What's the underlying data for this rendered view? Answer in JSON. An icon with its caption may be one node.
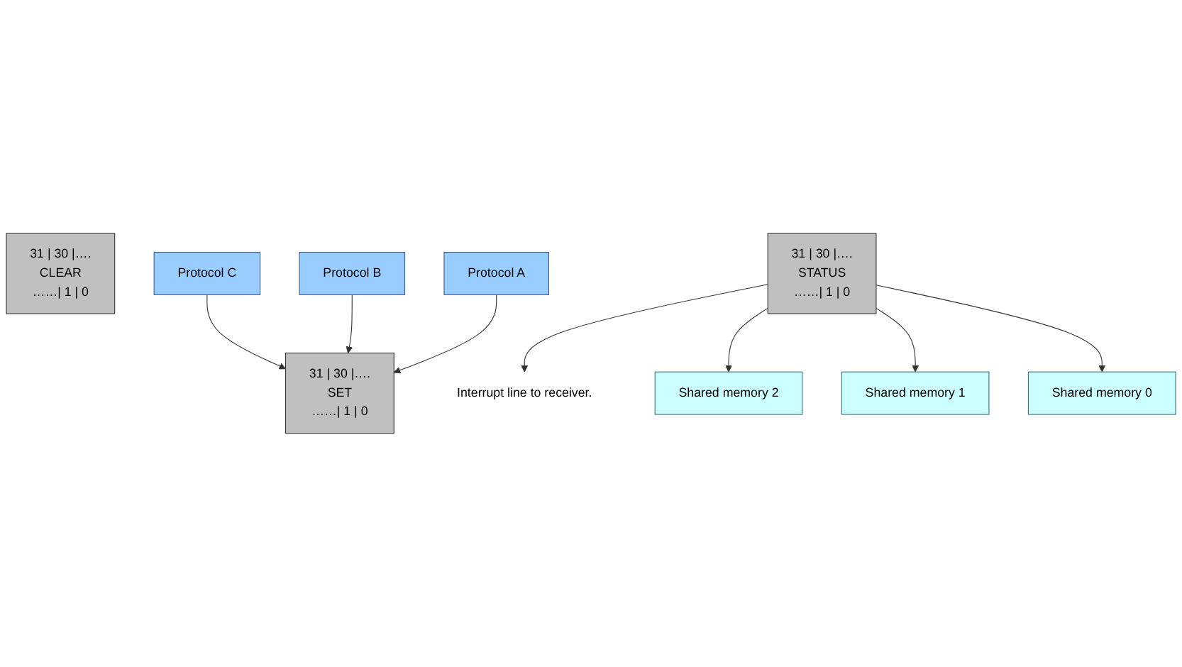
{
  "diagram": {
    "nodes": [
      {
        "text": [
          "Protocol C"
        ]
      },
      {
        "text": [
          "Protocol B"
        ]
      },
      {
        "text": [
          "Protocol A"
        ]
      },
      {
        "text": [
          "31 | 30 |….",
          "SET",
          "……| 1 | 0"
        ]
      },
      {
        "text": [
          "31 | 30 |….",
          "CLEAR",
          "……| 1 | 0"
        ]
      },
      {
        "text": [
          "31 | 30 |….",
          "STATUS",
          "……| 1 | 0"
        ]
      },
      {
        "text": [
          "Interrupt line to receiver."
        ]
      },
      {
        "text": [
          "Shared memory 2"
        ]
      },
      {
        "text": [
          "Shared memory 1"
        ]
      },
      {
        "text": [
          "Shared memory 0"
        ]
      }
    ],
    "edges": [
      {
        "from": 0,
        "to": 3,
        "arrow": "to"
      },
      {
        "from": 1,
        "to": 3,
        "arrow": "to"
      },
      {
        "from": 2,
        "to": 3,
        "arrow": "to"
      },
      {
        "from": 5,
        "to": 6,
        "arrow": "to"
      },
      {
        "from": 5,
        "to": 7,
        "arrow": "to"
      },
      {
        "from": 5,
        "to": 8,
        "arrow": "to"
      },
      {
        "from": 5,
        "to": 9,
        "arrow": "to"
      }
    ]
  }
}
